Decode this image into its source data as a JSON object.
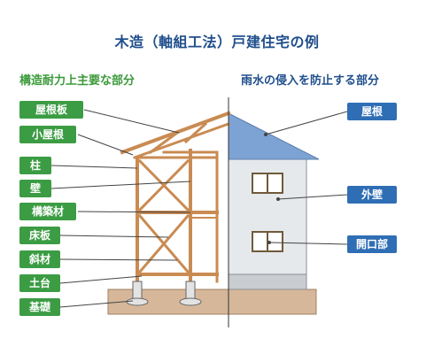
{
  "title": "木造（軸組工法）戸建住宅の例",
  "left_heading": "構造耐力上主要な部分",
  "right_heading": "雨水の侵入を防止する部分",
  "left_labels": [
    "屋根板",
    "小屋根",
    "柱",
    "壁",
    "構築材",
    "床板",
    "斜材",
    "土台",
    "基礎"
  ],
  "right_labels": [
    "屋根",
    "外壁",
    "開口部"
  ],
  "colors": {
    "title": "#1f4e8c",
    "left_heading": "#3a9a3a",
    "green_label": "#3c9c44",
    "blue_label": "#2f6eb5",
    "timber": "#c98b52",
    "roof": "#7da3d4",
    "wall": "#e6e9ec",
    "foundation": "#d6b79a"
  }
}
